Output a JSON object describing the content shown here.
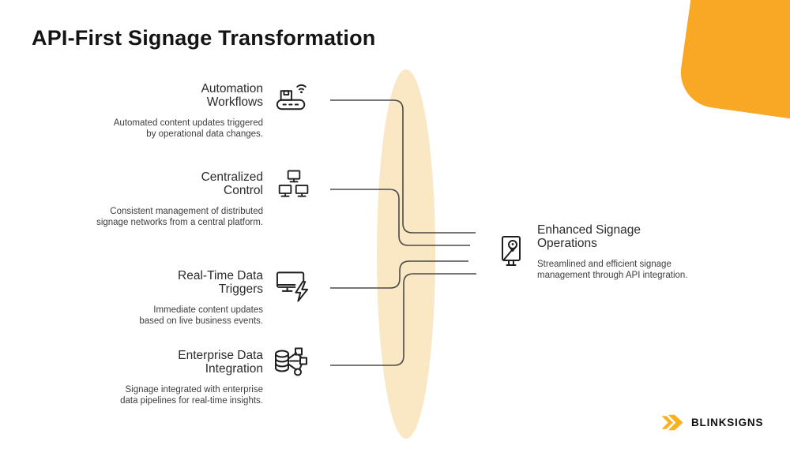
{
  "slide": {
    "title": "API-First Signage Transformation"
  },
  "left_items": [
    {
      "title": "Automation\nWorkflows",
      "description": "Automated content updates triggered\nby operational data changes.",
      "icon": "conveyor-wifi-icon"
    },
    {
      "title": "Centralized\nControl",
      "description": "Consistent management of distributed\nsignage networks from a central platform.",
      "icon": "monitor-network-icon"
    },
    {
      "title": "Real-Time Data\nTriggers",
      "description": "Immediate content updates\nbased on live business events.",
      "icon": "monitor-bolt-icon"
    },
    {
      "title": "Enterprise Data\nIntegration",
      "description": "Signage integrated with enterprise\ndata pipelines for real-time insights.",
      "icon": "database-flow-icon"
    }
  ],
  "result_item": {
    "title": "Enhanced Signage\nOperations",
    "description": "Streamlined and efficient signage\nmanagement through API integration.",
    "icon": "signage-pin-icon"
  },
  "brand": {
    "name": "BLINKSIGNS",
    "mark": "double-chevron-icon"
  },
  "colors": {
    "accent_yellow": "#F9A826",
    "ellipse_cream": "#FAE7C3",
    "connector_gray": "#4A4A4A",
    "text_dark": "#141414"
  }
}
